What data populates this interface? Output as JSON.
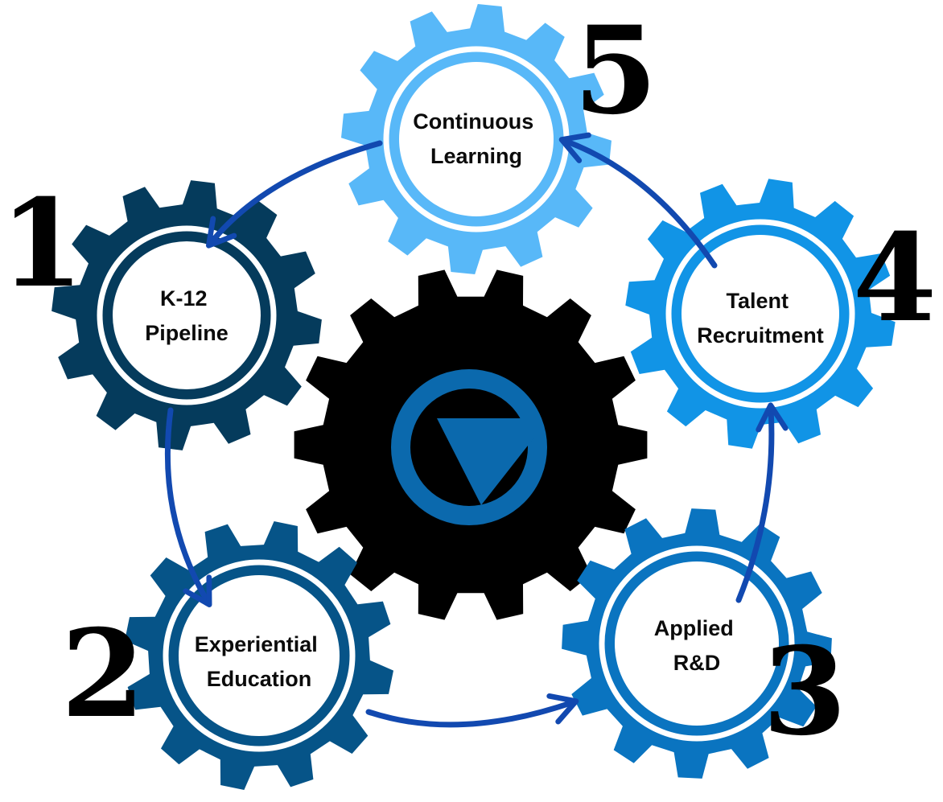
{
  "diagram": {
    "steps": [
      {
        "number": "1",
        "label_lines": [
          "K-12",
          "Pipeline"
        ],
        "color": "#053b5c"
      },
      {
        "number": "2",
        "label_lines": [
          "Experiential",
          "Education"
        ],
        "color": "#065488"
      },
      {
        "number": "3",
        "label_lines": [
          "Applied",
          "R&D"
        ],
        "color": "#0a74c0"
      },
      {
        "number": "4",
        "label_lines": [
          "Talent",
          "Recruitment"
        ],
        "color": "#1194e6"
      },
      {
        "number": "5",
        "label_lines": [
          "Continuous",
          "Learning"
        ],
        "color": "#58b8f8"
      }
    ],
    "center": {
      "logo": "gv-logo-icon",
      "gear_color": "#000000",
      "logo_color": "#0b69ad"
    },
    "arrow_color": "#1249b0",
    "ring_color": "#ffffff"
  }
}
